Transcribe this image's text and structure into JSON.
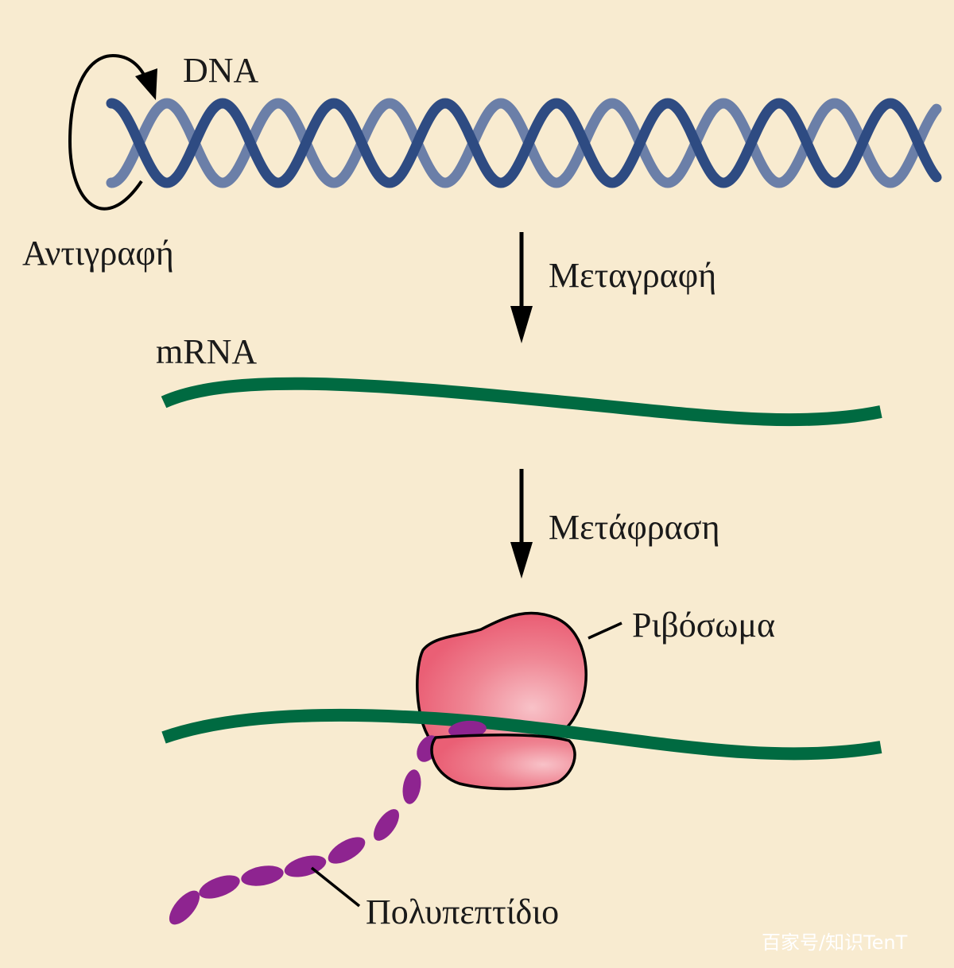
{
  "labels": {
    "dna": "DNA",
    "replication": "Αντιγραφή",
    "transcription": "Μεταγραφή",
    "mrna": "mRNA",
    "translation": "Μετάφραση",
    "ribosome": "Ριβόσωμα",
    "polypeptide": "Πολυπεπτίδιο"
  },
  "watermark": "百家号/知识TenT",
  "colors": {
    "background": "#f8ebd0",
    "dna_front": "#2e4b82",
    "dna_back": "#6b7fa8",
    "mrna": "#006a41",
    "ribosome": "#ec6378",
    "polypeptide": "#8e2490",
    "ink": "#000000"
  }
}
